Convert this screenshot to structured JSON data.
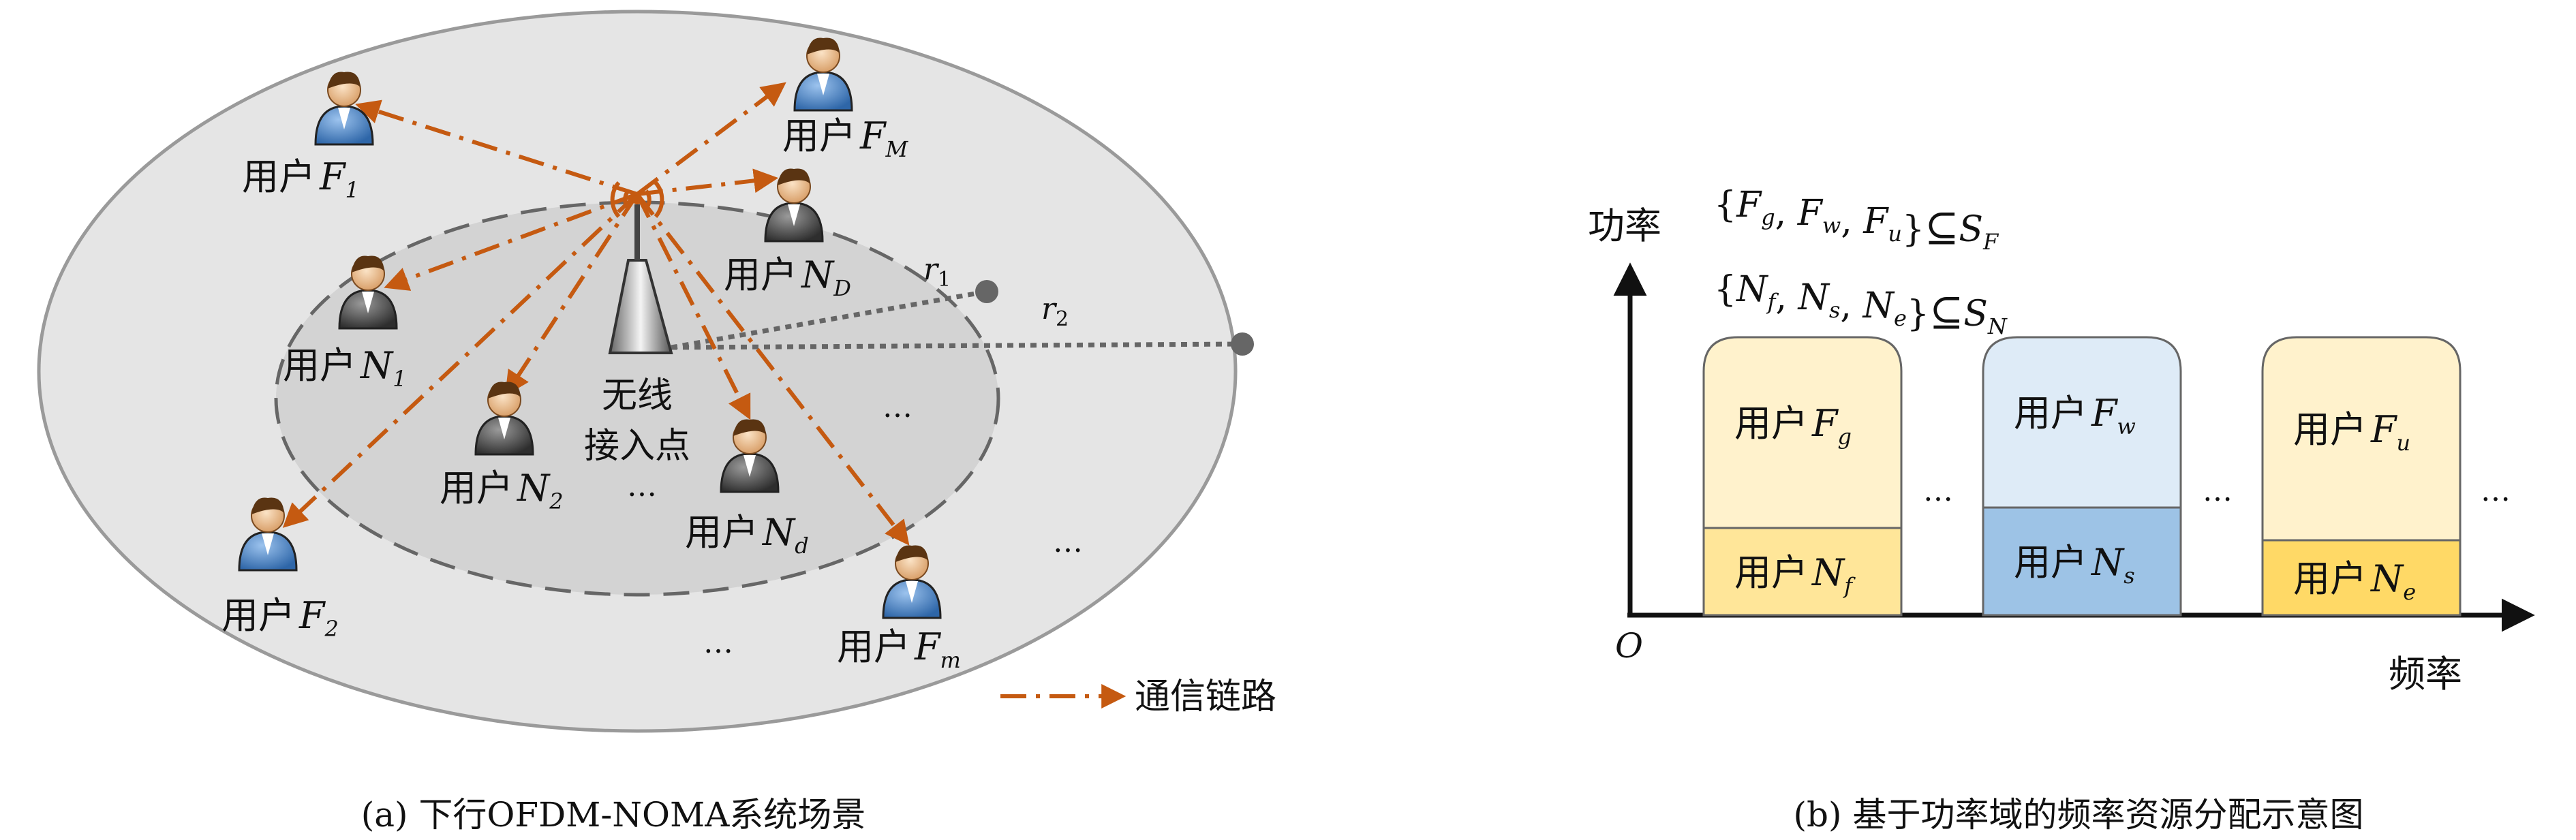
{
  "panel_a": {
    "caption": "(a) 下行OFDM-NOMA系统场景",
    "ap_label_1": "无线",
    "ap_label_2": "接入点",
    "user_prefix": "用户",
    "users_far": [
      {
        "letter": "F",
        "sub": "1"
      },
      {
        "letter": "F",
        "sub": "M"
      },
      {
        "letter": "F",
        "sub": "2"
      },
      {
        "letter": "F",
        "sub": "m"
      }
    ],
    "users_near": [
      {
        "letter": "N",
        "sub": "D"
      },
      {
        "letter": "N",
        "sub": "1"
      },
      {
        "letter": "N",
        "sub": "2"
      },
      {
        "letter": "N",
        "sub": "d"
      }
    ],
    "radius_inner": {
      "letter": "r",
      "sub": "1"
    },
    "radius_outer": {
      "letter": "r",
      "sub": "2"
    },
    "ellipsis": "…",
    "legend_label": "通信链路",
    "colors": {
      "link": "#C55A11",
      "far_user": "#5B8DC9",
      "near_user": "#555555",
      "outer_disc": "#E4E4E4",
      "inner_disc": "#D4D4D4"
    }
  },
  "panel_b": {
    "caption": "(b) 基于功率域的频率资源分配示意图",
    "y_axis_label": "功率",
    "x_axis_label": "频率",
    "origin_label": "O",
    "user_prefix": "用户",
    "set_far": {
      "members": [
        {
          "letter": "F",
          "sub": "g"
        },
        {
          "letter": "F",
          "sub": "w"
        },
        {
          "letter": "F",
          "sub": "u"
        }
      ],
      "op": "⊆",
      "set": "S",
      "set_sub": "F"
    },
    "set_near": {
      "members": [
        {
          "letter": "N",
          "sub": "f"
        },
        {
          "letter": "N",
          "sub": "s"
        },
        {
          "letter": "N",
          "sub": "e"
        }
      ],
      "op": "⊆",
      "set": "S",
      "set_sub": "N"
    },
    "blocks": [
      {
        "far": {
          "letter": "F",
          "sub": "g"
        },
        "near": {
          "letter": "N",
          "sub": "f"
        },
        "far_color": "#FFF2CC",
        "near_color": "#FFE699"
      },
      {
        "far": {
          "letter": "F",
          "sub": "w"
        },
        "near": {
          "letter": "N",
          "sub": "s"
        },
        "far_color": "#DEEBF7",
        "near_color": "#9DC3E6"
      },
      {
        "far": {
          "letter": "F",
          "sub": "u"
        },
        "near": {
          "letter": "N",
          "sub": "e"
        },
        "far_color": "#FFF2CC",
        "near_color": "#FFD966"
      }
    ],
    "ellipsis": "…"
  }
}
